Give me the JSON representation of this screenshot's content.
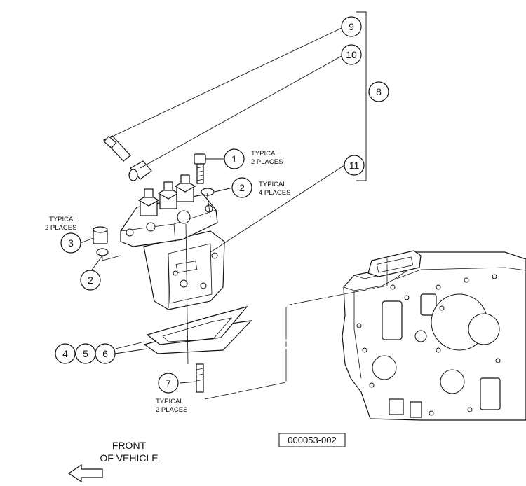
{
  "callouts": [
    "1",
    "2",
    "2",
    "3",
    "4",
    "5",
    "6",
    "7",
    "8",
    "9",
    "10",
    "11"
  ],
  "notes": {
    "n1_line1": "TYPICAL",
    "n1_line2": "2 PLACES",
    "n2_line1": "TYPICAL",
    "n2_line2": "4 PLACES",
    "n3_line1": "TYPICAL",
    "n3_line2": "2 PLACES",
    "n7_line1": "TYPICAL",
    "n7_line2": "2 PLACES"
  },
  "front_label": {
    "line1": "FRONT",
    "line2": "OF VEHICLE"
  },
  "reference_code": "000053-002",
  "icons": {
    "front_arrow": "arrow-left-icon"
  },
  "colors": {
    "ink": "#111111",
    "paper": "#ffffff"
  }
}
